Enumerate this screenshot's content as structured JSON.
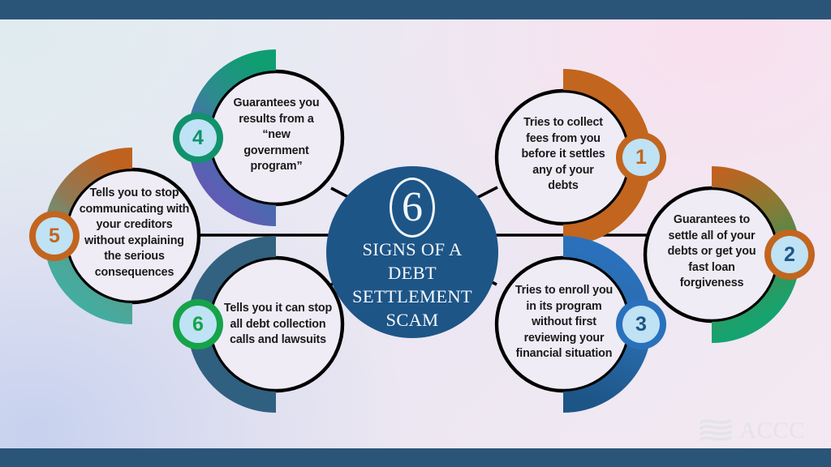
{
  "meta": {
    "background_top_bar_color": "#2b5578",
    "background_bottom_bar_color": "#2b5578",
    "hub_color": "#1d5587",
    "badge_fill_color": "#bfe2f4",
    "node_outline_color": "#000000",
    "node_fill_color": "#efecf5"
  },
  "hub": {
    "number": "6",
    "title": "SIGNS OF A\nDEBT\nSETTLEMENT\nSCAM"
  },
  "nodes": [
    {
      "id": "1",
      "badge": "1",
      "badge_color": "#c2651f",
      "badge_text_color": "#c2651f",
      "arc_color_start": "#c2651f",
      "arc_color_end": "#c2651f",
      "text": "Tries to collect\nfees from you\nbefore it settles\nany of your\ndebts"
    },
    {
      "id": "2",
      "badge": "2",
      "badge_color": "#c2651f",
      "badge_text_color": "#1d5587",
      "arc_color_start": "#c2651f",
      "arc_color_end": "#17a06e",
      "text": "Guarantees to\nsettle all of your\ndebts or get you\nfast loan\nforgiveness"
    },
    {
      "id": "3",
      "badge": "3",
      "badge_color": "#2a71bd",
      "badge_text_color": "#1d5587",
      "arc_color_start": "#2a71bd",
      "arc_color_end": "#1d5587",
      "text": "Tries to enroll you\nin its program\nwithout first\nreviewing your\nfinancial situation"
    },
    {
      "id": "4",
      "badge": "4",
      "badge_color": "#11926c",
      "badge_text_color": "#11926c",
      "arc_color_start": "#11926c",
      "arc_color_end": "#6256b0",
      "text": "Guarantees you\nresults from a\n“new\ngovernment\nprogram”"
    },
    {
      "id": "5",
      "badge": "5",
      "badge_color": "#c2651f",
      "badge_text_color": "#c2651f",
      "arc_color_start": "#c2651f",
      "arc_color_end": "#3fa9a0",
      "text": "Tells you to stop\ncommunicating with\nyour creditors\nwithout explaining\nthe serious\nconsequences"
    },
    {
      "id": "6",
      "badge": "6",
      "badge_color": "#16a34a",
      "badge_text_color": "#16a34a",
      "arc_color_start": "#2f5f82",
      "arc_color_end": "#2f5f82",
      "text": "Tells you it can stop\nall debt collection\ncalls and lawsuits"
    }
  ],
  "logo": {
    "name": "ACCC",
    "mark": "wavy-lines-icon"
  }
}
